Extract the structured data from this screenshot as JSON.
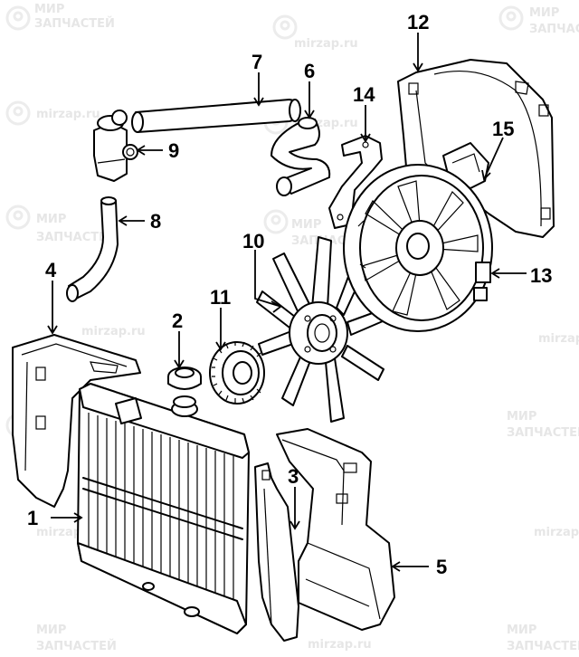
{
  "watermark": {
    "line1": "МИР",
    "line2": "ЗАПЧАСТЕЙ",
    "site": "mirzap.ru"
  },
  "callouts": [
    "1",
    "2",
    "3",
    "4",
    "5",
    "6",
    "7",
    "8",
    "9",
    "10",
    "11",
    "12",
    "13",
    "14",
    "15"
  ]
}
